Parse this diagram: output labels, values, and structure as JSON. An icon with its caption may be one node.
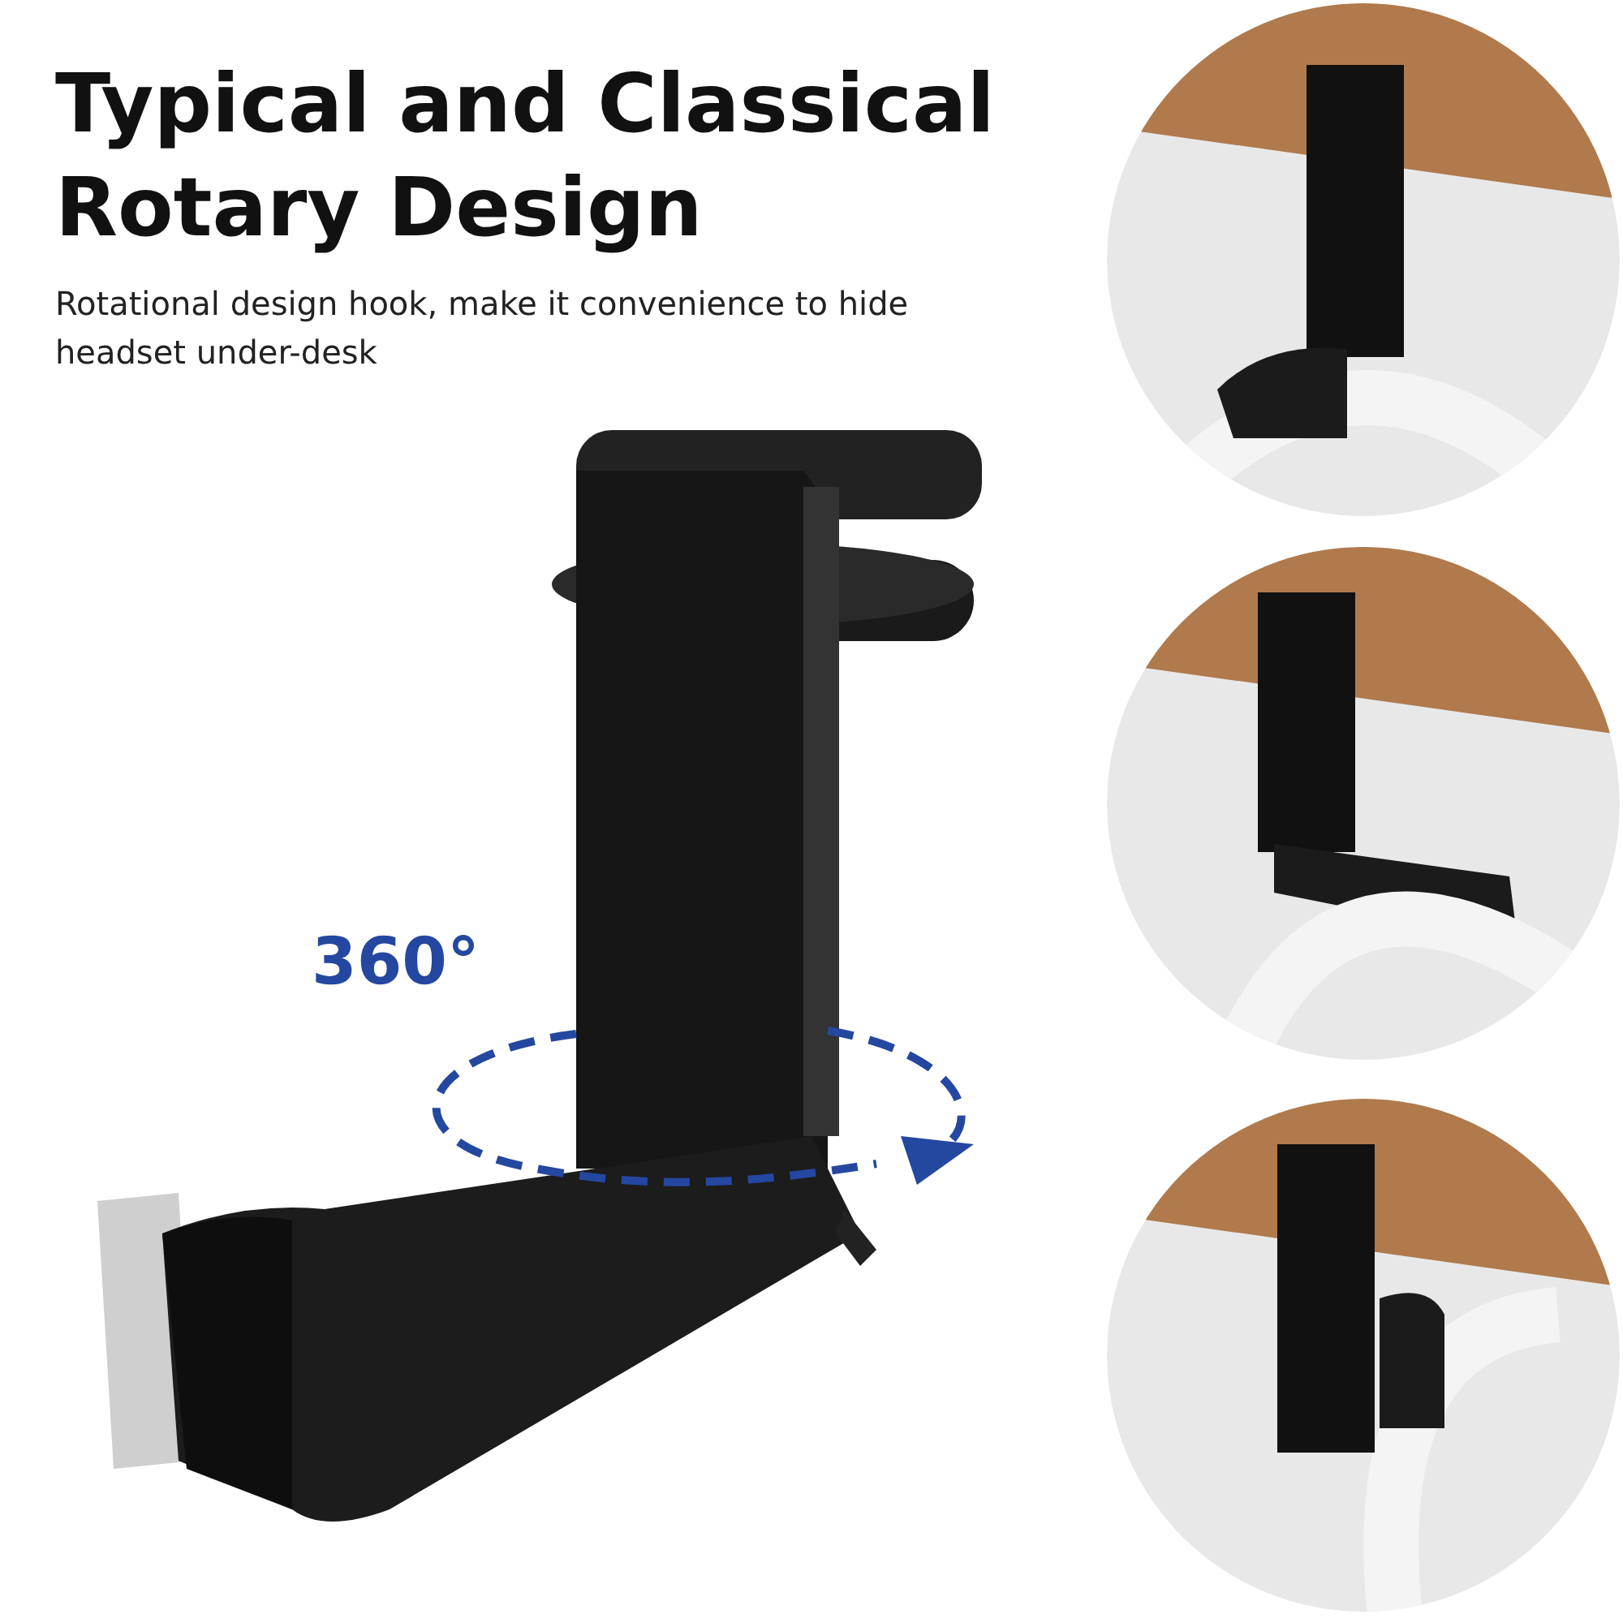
{
  "diagram": {
    "title": "Typical and Classical Rotary Design",
    "labels": [
      "Rotational design hook, make it convenience to hide headset under-desk",
      "360°"
    ]
  }
}
